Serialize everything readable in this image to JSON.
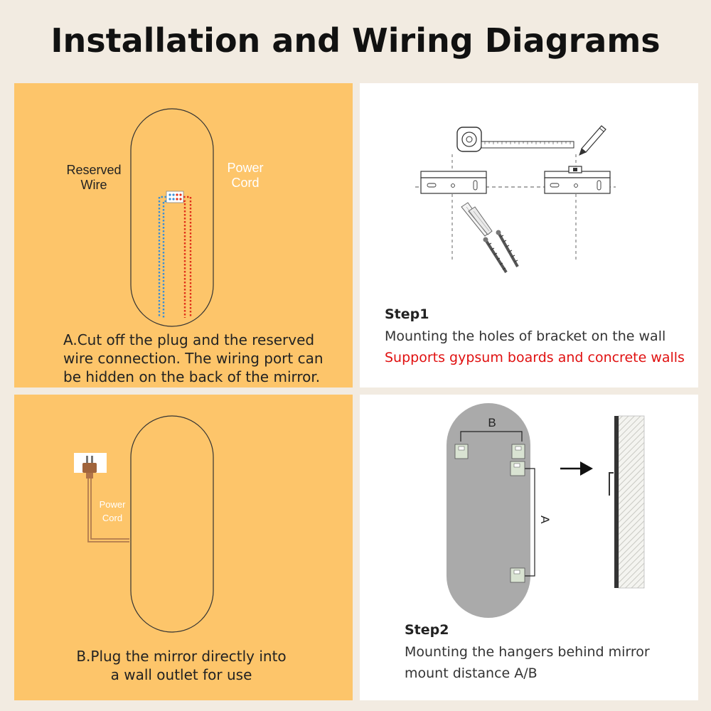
{
  "title": "Installation and Wiring Diagrams",
  "panel_a": {
    "reserved_wire_label": "Reserved\nWire",
    "power_cord_label": "Power\nCord",
    "caption": "A.Cut off the plug and the reserved\nwire connection. The wiring port can\nbe hidden on the back of the mirror."
  },
  "step1": {
    "title": "Step1",
    "text": "Mounting the holes of bracket on the wall",
    "note": "Supports gypsum boards and concrete walls"
  },
  "panel_b": {
    "power_cord_label": "Power\nCord",
    "caption": "B.Plug the mirror directly into\na wall outlet for use"
  },
  "step2": {
    "label_b": "B",
    "label_a": "A",
    "title": "Step2",
    "text_line1": "Mounting the hangers behind mirror",
    "text_line2": "mount distance A/B"
  },
  "colors": {
    "yellow_panel": "#fdc56a",
    "background": "#f2ebe1",
    "highlight_red": "#e01010",
    "wire_blue": "#3b8fd6",
    "wire_red": "#e0301a"
  }
}
